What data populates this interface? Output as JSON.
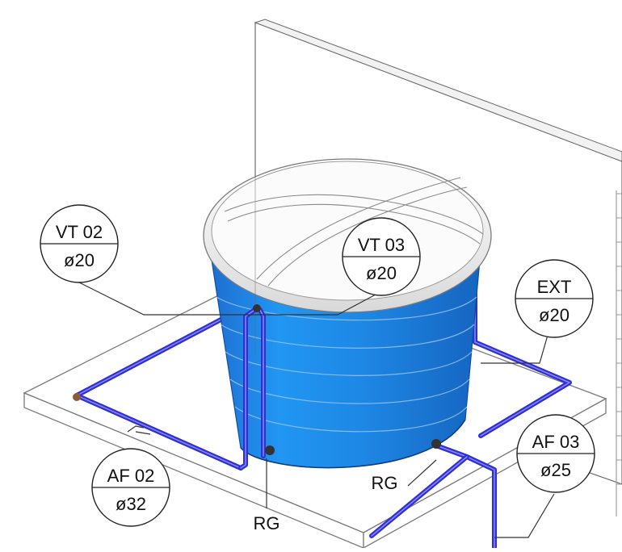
{
  "colors": {
    "tank_body": "#1e88e5",
    "tank_body_dark": "#1565c0",
    "lid": "#f4f4f4",
    "pipe": "#2f2fd6",
    "pipe_dark": "#0d0d7a",
    "line": "#4a4a4a",
    "slab_fill": "#ffffff",
    "wall_fill": "#ffffff"
  },
  "tags": [
    {
      "id": "vt02",
      "top": "VT 02",
      "bottom": "ø20"
    },
    {
      "id": "vt03",
      "top": "VT 03",
      "bottom": "ø20"
    },
    {
      "id": "ext",
      "top": "EXT",
      "bottom": "ø20"
    },
    {
      "id": "af02",
      "top": "AF 02",
      "bottom": "ø32"
    },
    {
      "id": "af03",
      "top": "AF 03",
      "bottom": "ø25"
    }
  ],
  "labels": {
    "rg_left": "RG",
    "rg_right": "RG"
  },
  "icons": {
    "tank": "water-tank-icon",
    "valve": "gate-valve-icon"
  }
}
